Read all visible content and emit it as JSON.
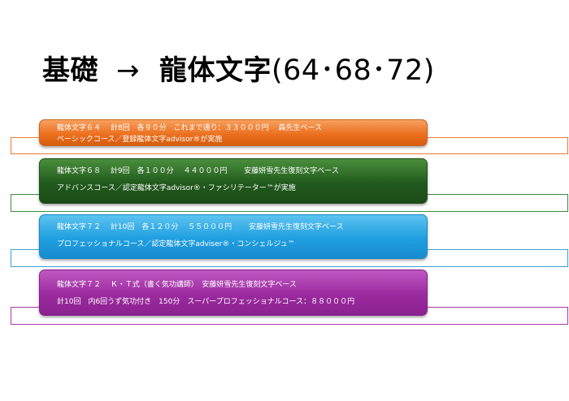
{
  "title": {
    "left": "基礎",
    "arrow": "→",
    "right": "龍体文字",
    "nums": "(64･68･72)"
  },
  "courses": [
    {
      "line1": "龍体文字６４　 計8回　各９０分　これまで通り：３３０００円　 森先生ベース",
      "line2": "ベーシックコース／登録龍体文字advisor®が実施",
      "color": "#ea6d1b"
    },
    {
      "line1": "龍体文字６８　 計9回　各１００分　 ４４０００円　 　安藤妍雪先生復刻文字ベース",
      "line2": "アドバンスコース／認定龍体文字advisor®・ファシリテーター™が実施",
      "color": "#215a1d"
    },
    {
      "line1": "龍体文字７２　 計10回　各１２０分　 ５５０００円　 　安藤妍雪先生復刻文字ベース",
      "line2": "プロフェッショナルコース／認定龍体文字adviser®・コンシェルジュ™",
      "color": "#1f9fe0"
    },
    {
      "line1": "龍体文字７２　 Ｋ・Ｔ式（書く気功講師）　安藤妍雪先生復刻文字ベース",
      "line2": "計10回　内6回うず気功付き　150分　スーパープロフェッショナルコース：８８０００円",
      "color": "#9a2a9e"
    }
  ]
}
